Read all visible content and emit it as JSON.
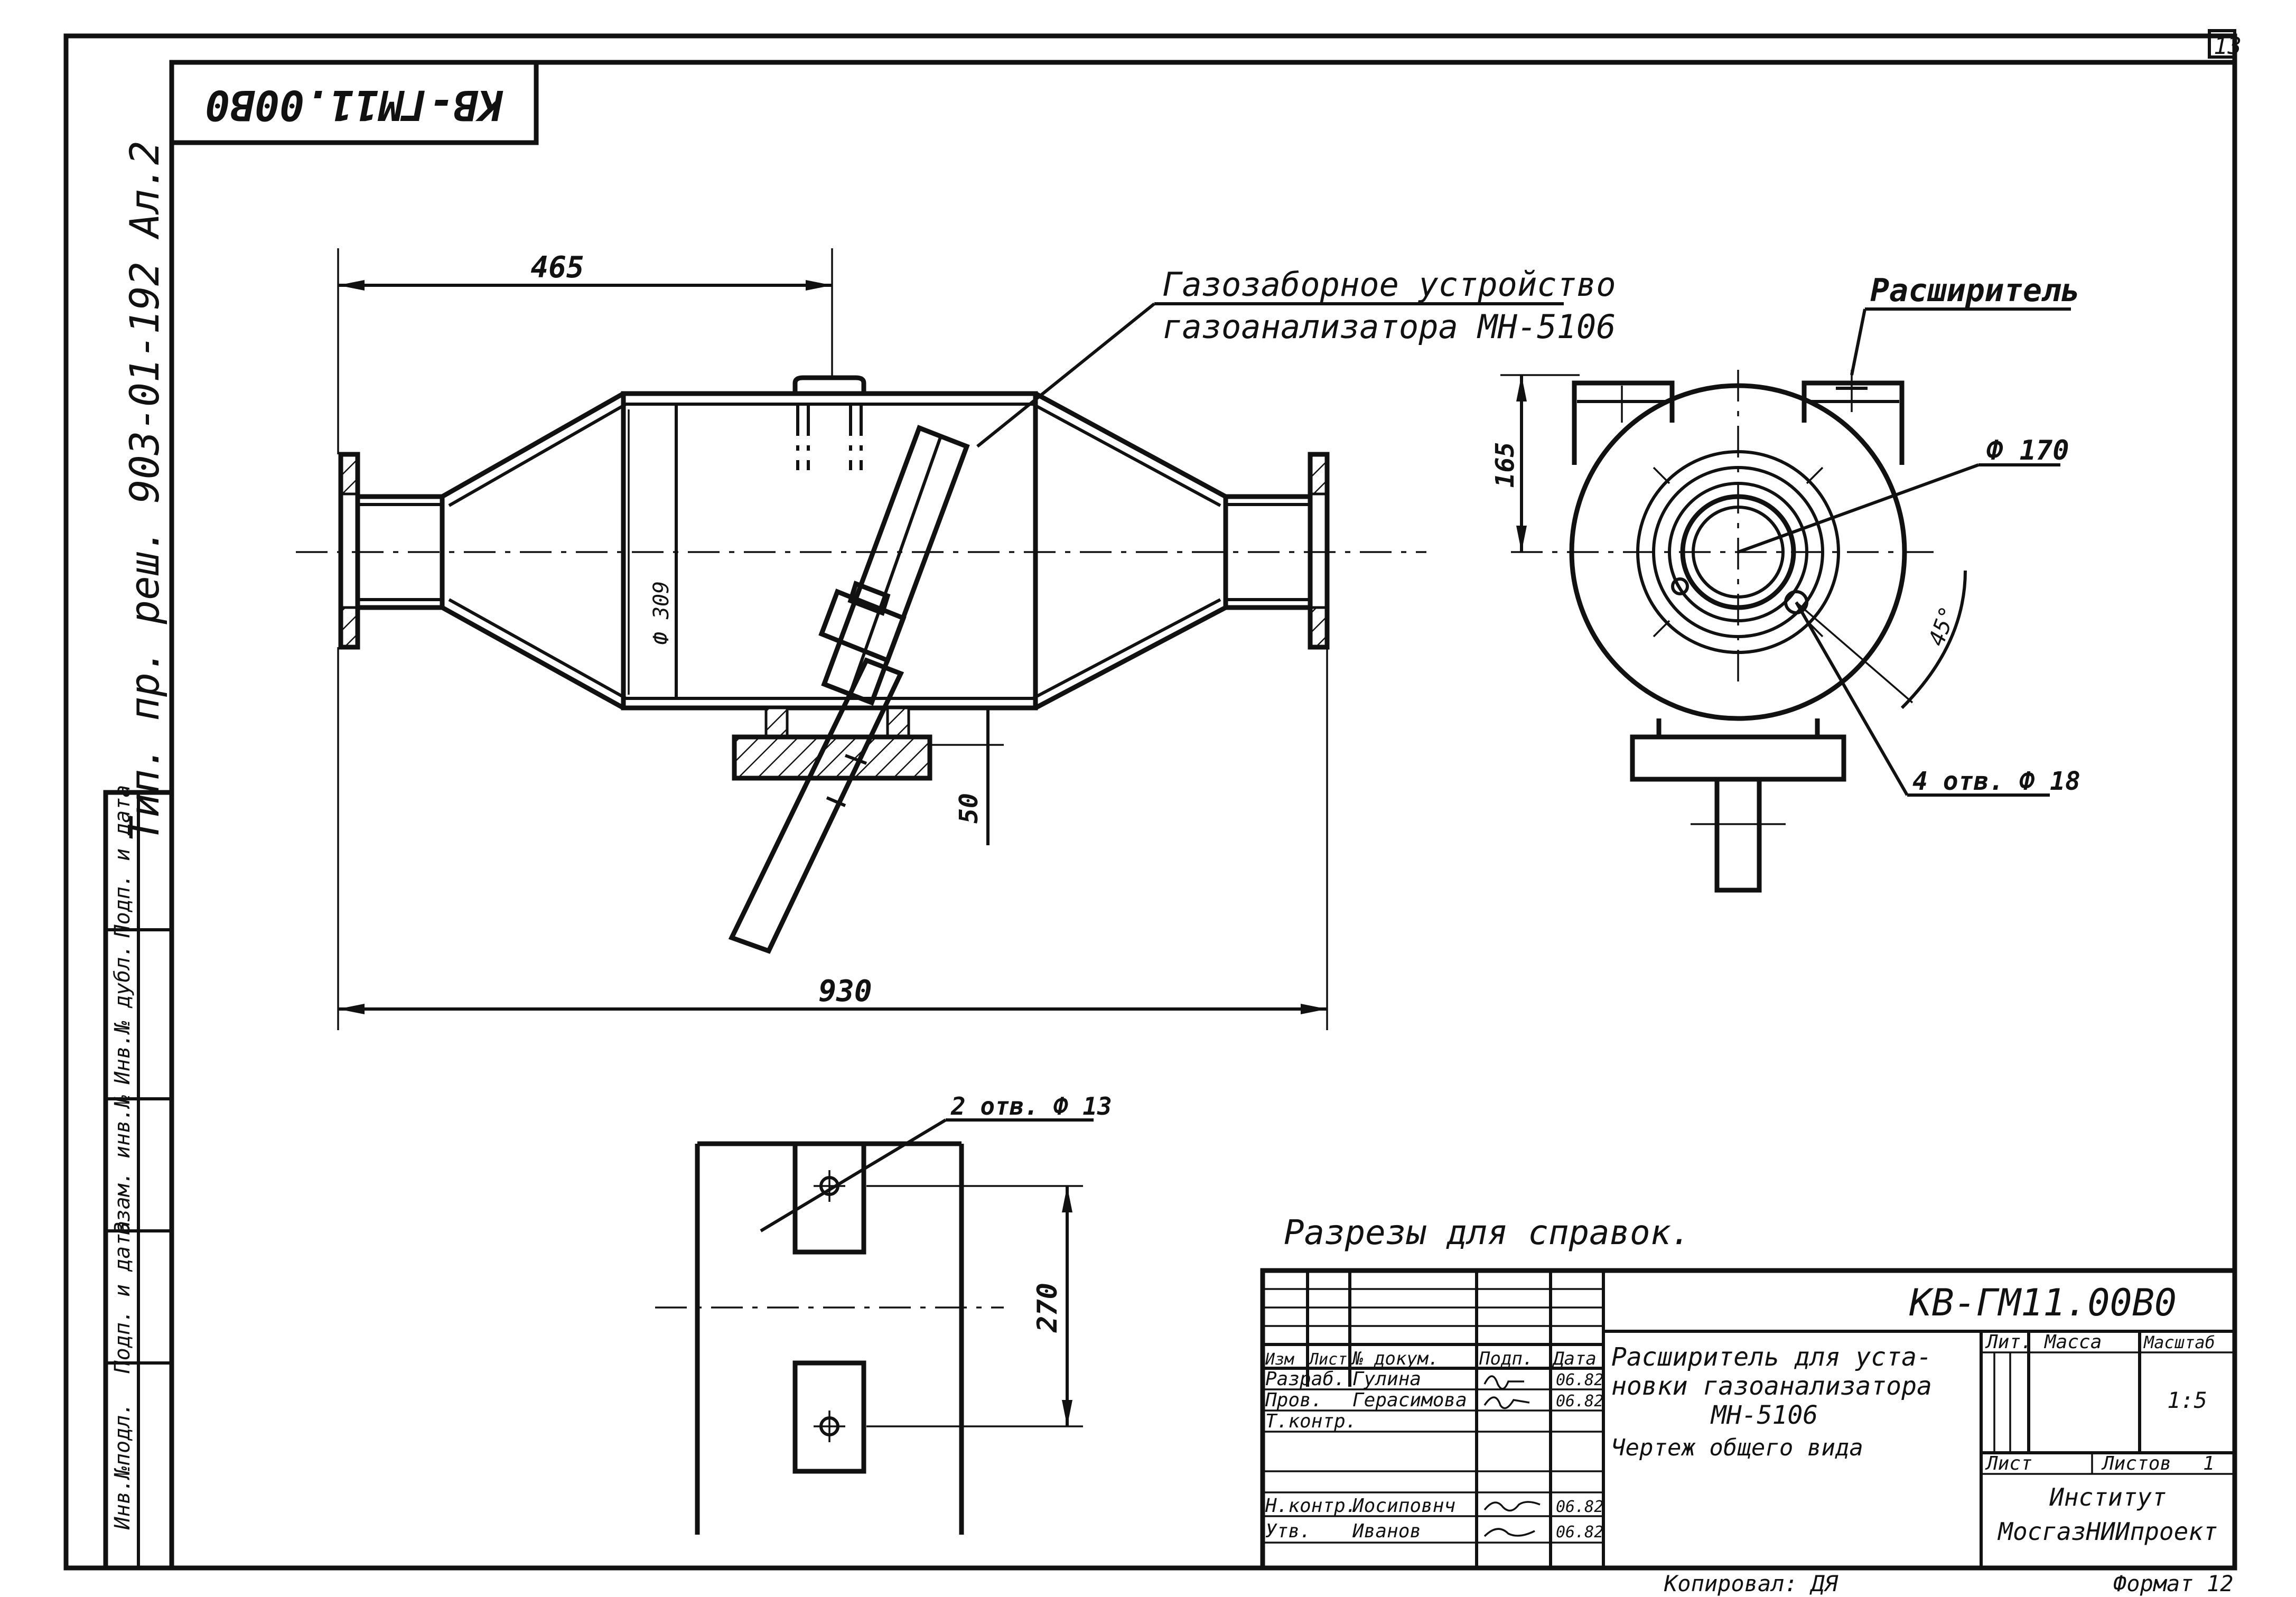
{
  "sheet": {
    "sheet_number": "13",
    "top_code": "КВ-ГМ11.00В0",
    "side_ref": "Тип. пр. реш. 903-01-192 Ал.2",
    "left_stamp": [
      "Инв.№подл.",
      "Подп. и дата",
      "Взам. инв.№",
      "Инв.№ дубл.",
      "Подп. и дата"
    ],
    "copied": "Копировал: ДЯ",
    "format": "Формат 12"
  },
  "front_view": {
    "dim_top": "465",
    "dim_diameter": "Ф 309",
    "dim_bottom": "930",
    "dim_vertical": "50",
    "callout_line1": "Газозаборное устройство",
    "callout_line2": "газоанализатора МН-5106"
  },
  "side_view": {
    "callout": "Расширитель",
    "dim_height": "165",
    "dim_d170": "Ф 170",
    "dim_angle": "45°",
    "dim_hole": "4 отв. Ф 18"
  },
  "detail_view": {
    "dim_holes": "2 отв. Ф 13",
    "dim_height": "270"
  },
  "note": "Разрезы для справок.",
  "title_block": {
    "doc_code": "КВ-ГМ11.00В0",
    "name_line1": "Расширитель для уста-",
    "name_line2": "новки газоанализатора",
    "name_line3": "МН-5106",
    "name_line4": "Чертеж общего вида",
    "hdr_izm": "Изм",
    "hdr_list": "Лист",
    "hdr_doc": "№ докум.",
    "hdr_sign": "Подп.",
    "hdr_date": "Дата",
    "roles": [
      {
        "role": "Разраб.",
        "name": "Гулина",
        "date": "06.82"
      },
      {
        "role": "Пров.",
        "name": "Герасимова",
        "date": "06.82"
      },
      {
        "role": "Т.контр.",
        "name": "",
        "date": ""
      },
      {
        "role": "Н.контр.",
        "name": "Иосиповнч",
        "date": "06.82"
      },
      {
        "role": "Утв.",
        "name": "Иванов",
        "date": "06.82"
      }
    ],
    "lit_label": "Лит.",
    "mass_label": "Масса",
    "scale_label": "Масштаб",
    "scale_value": "1:5",
    "sheet_label": "Лист",
    "sheets_label": "Листов",
    "sheets_value": "1",
    "org_line1": "Институт",
    "org_line2": "МосгазНИИпроект"
  }
}
